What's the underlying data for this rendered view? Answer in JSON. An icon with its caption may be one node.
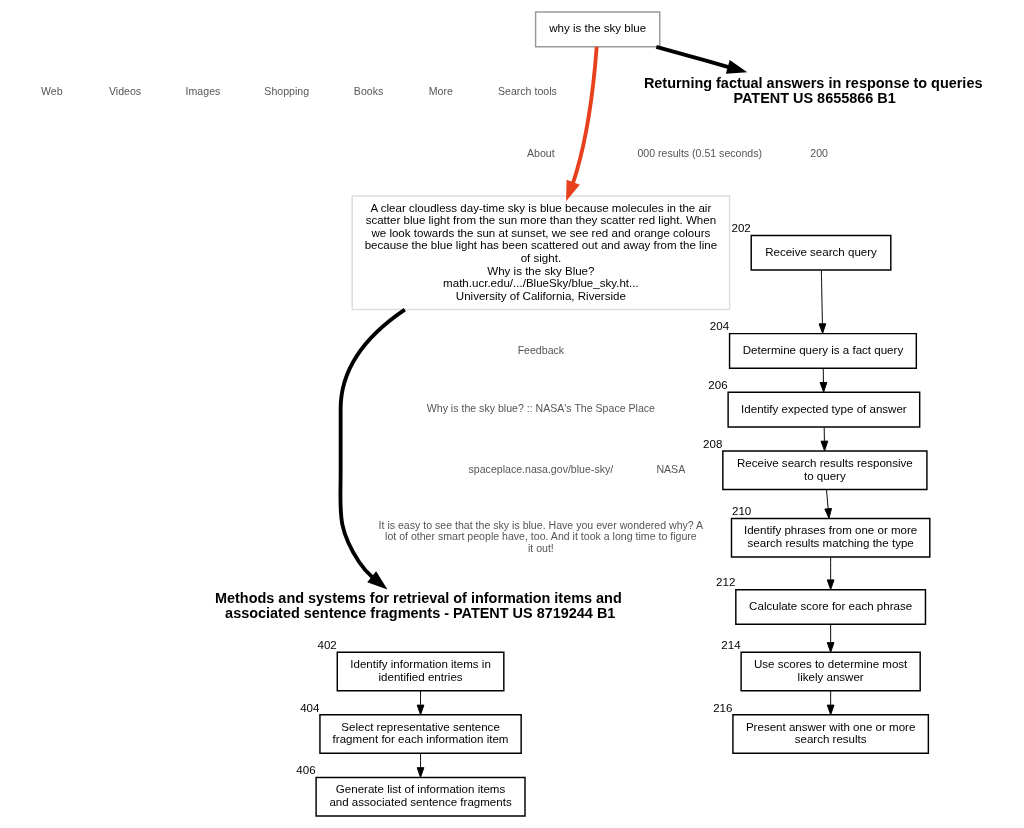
{
  "diagram": {
    "nodes": [
      {
        "text": [
          "why is the sky blue"
        ]
      },
      {
        "text": [
          "A clear cloudless day-time sky is blue because molecules in the air scatter blue light from the sun more than they scatter red light. When we look towards the sun at sunset, we see red and orange colours because the blue light has been scattered out and away from the line of sight.",
          "Why is the sky Blue?",
          "math.ucr.edu/.../BlueSky/blue_sky.ht...",
          "University of California, Riverside"
        ]
      },
      {
        "text": [
          "Returning factual answers in response to queries PATENT US 8655866 B1"
        ]
      },
      {
        "text": [
          "Methods and systems for retrieval of information items and associated sentence fragments - PATENT US 8719244 B1"
        ]
      },
      {
        "text": [
          "Receive search query"
        ],
        "beside": [
          "202"
        ]
      },
      {
        "text": [
          "Determine query is a fact query"
        ],
        "beside": [
          "204"
        ]
      },
      {
        "text": [
          "Identify expected type of answer"
        ],
        "beside": [
          "206"
        ]
      },
      {
        "text": [
          "Receive search results responsive to query"
        ],
        "beside": [
          "208"
        ]
      },
      {
        "text": [
          "Identify phrases from one or more search results matching the type"
        ],
        "beside": [
          "210"
        ]
      },
      {
        "text": [
          "Calculate score for each phrase"
        ],
        "beside": [
          "212"
        ]
      },
      {
        "text": [
          "Use scores to determine most likely answer"
        ],
        "beside": [
          "214"
        ]
      },
      {
        "text": [
          "Present answer with one or more search results"
        ],
        "beside": [
          "216"
        ]
      },
      {
        "text": [
          "Identify information items in identified entries"
        ],
        "beside": [
          "402"
        ]
      },
      {
        "text": [
          "Select representative sentence fragment for each information item"
        ],
        "beside": [
          "404"
        ]
      },
      {
        "text": [
          "Generate list of information items and associated sentence fragments"
        ],
        "beside": [
          "406"
        ]
      }
    ],
    "edges": [
      {
        "from": 0,
        "to": 2,
        "arrow": "to",
        "style": "thick"
      },
      {
        "from": 0,
        "to": 1,
        "arrow": "to",
        "style": "thick",
        "color": "#e8401c"
      },
      {
        "from": 1,
        "to": 3,
        "arrow": "to",
        "style": "thick"
      },
      {
        "from": 4,
        "to": 5,
        "arrow": "to"
      },
      {
        "from": 5,
        "to": 6,
        "arrow": "to"
      },
      {
        "from": 6,
        "to": 7,
        "arrow": "to"
      },
      {
        "from": 7,
        "to": 8,
        "arrow": "to"
      },
      {
        "from": 8,
        "to": 9,
        "arrow": "to"
      },
      {
        "from": 9,
        "to": 10,
        "arrow": "to"
      },
      {
        "from": 10,
        "to": 11,
        "arrow": "to"
      },
      {
        "from": 12,
        "to": 13,
        "arrow": "to"
      },
      {
        "from": 13,
        "to": 14,
        "arrow": "to"
      }
    ],
    "labels": [
      "Web",
      "Videos",
      "Images",
      "Shopping",
      "Books",
      "More",
      "Search tools",
      "About",
      "000 results (0.51 seconds)",
      "Feedback",
      "Why is the sky blue? :: NASA's The Space Place",
      "spaceplace.nasa.gov/blue-sky/",
      "NASA",
      "It is easy to see that the sky is blue. Have you ever wondered why? A lot of other smart people have, too. And it took a long time to figure it out!",
      "200"
    ]
  }
}
